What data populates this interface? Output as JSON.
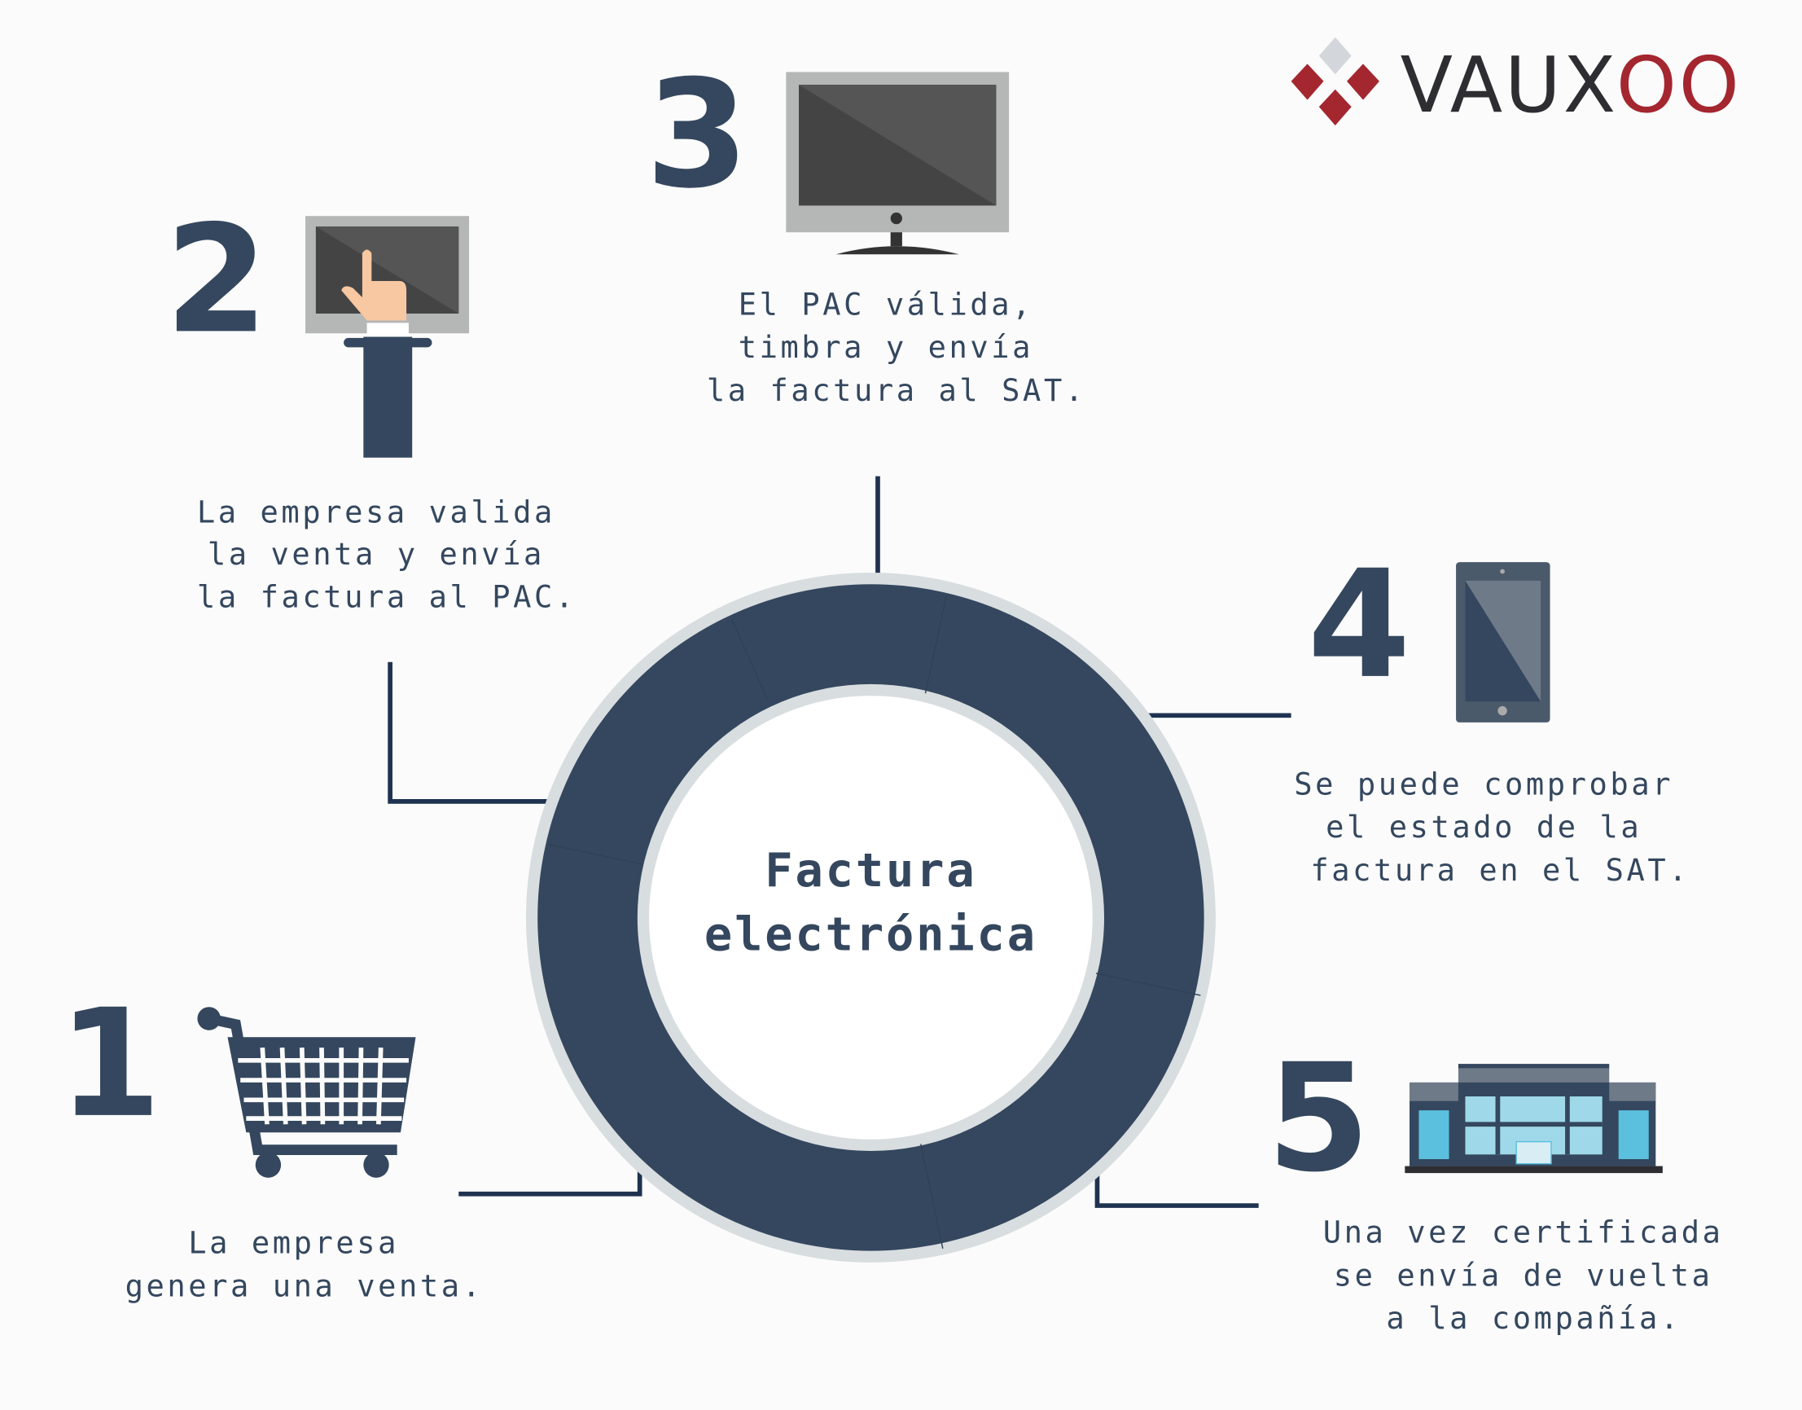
{
  "logo": {
    "text_dark": "VAUX",
    "text_red": "OO"
  },
  "center_title": {
    "line1": "Factura",
    "line2": "electrónica"
  },
  "steps": [
    {
      "number": "1",
      "icon": "shopping-cart-icon",
      "lines": [
        "La empresa",
        "genera una venta."
      ]
    },
    {
      "number": "2",
      "icon": "touch-monitor-icon",
      "lines": [
        "La empresa valida",
        "la venta y envía",
        "la factura al PAC."
      ]
    },
    {
      "number": "3",
      "icon": "monitor-icon",
      "lines": [
        "El PAC válida,",
        "timbra y envía",
        "la factura al SAT."
      ]
    },
    {
      "number": "4",
      "icon": "tablet-icon",
      "lines": [
        "Se puede comprobar",
        "el estado de la",
        "factura en el SAT."
      ]
    },
    {
      "number": "5",
      "icon": "building-icon",
      "lines": [
        "Una vez certificada",
        "se envía de vuelta",
        "a la compañía."
      ]
    }
  ],
  "colors": {
    "navy": "#34475e",
    "line": "#1f3350",
    "ring": "#d8dde0",
    "red": "#a4262f",
    "logo_dark": "#2e2d32"
  }
}
